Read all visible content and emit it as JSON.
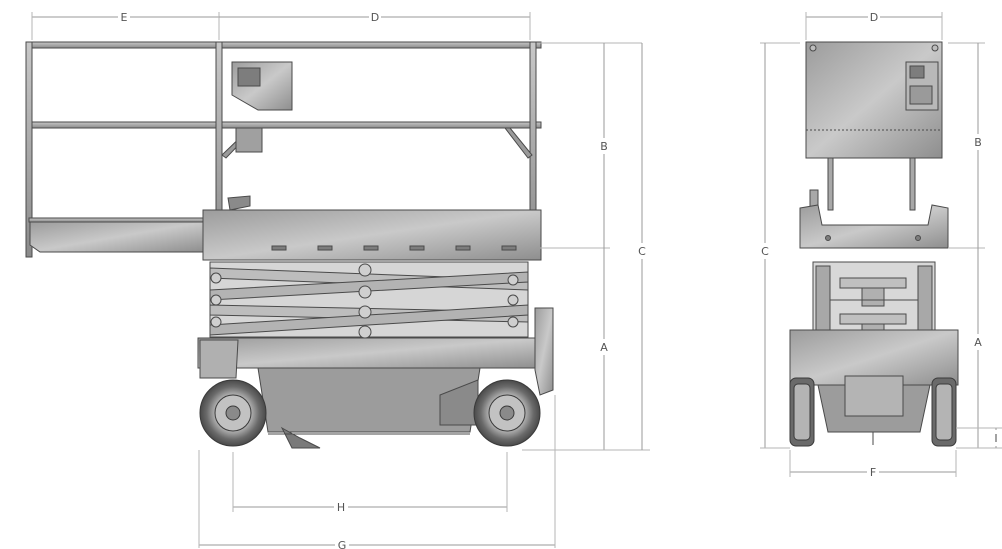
{
  "labels": {
    "side_e": "E",
    "side_d": "D",
    "side_b": "B",
    "side_c": "C",
    "side_a": "A",
    "side_h": "H",
    "side_g": "G",
    "front_d": "D",
    "front_c": "C",
    "front_b": "B",
    "front_a": "A",
    "front_f": "F",
    "front_i": "I"
  },
  "colors": {
    "body": "#a9a9a9",
    "body_light": "#c7c7c7",
    "body_dark": "#7d7d7d",
    "outline": "#4a4a4a",
    "tire": "#5a5a5a",
    "dimension": "#9a9a9a"
  }
}
